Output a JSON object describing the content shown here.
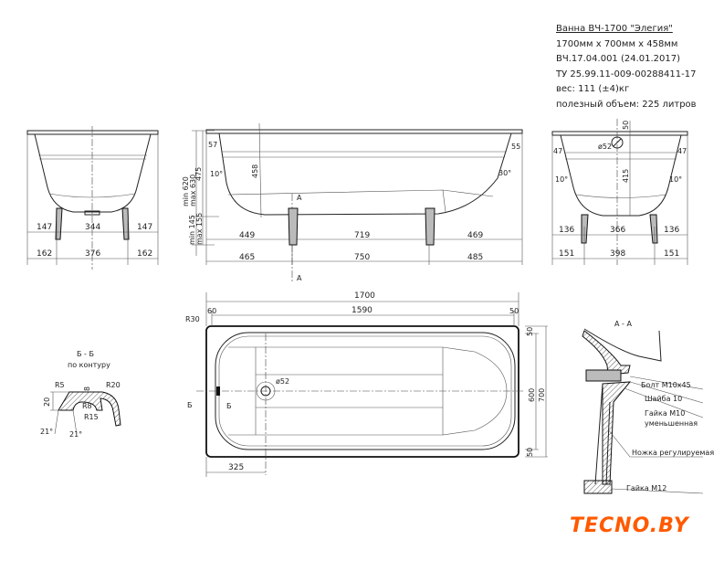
{
  "info": {
    "title": "Ванна ВЧ-1700 \"Элегия\"",
    "size": "1700мм x 700мм x 458мм",
    "code": "ВЧ.17.04.001 (24.01.2017)",
    "spec": "ТУ 25.99.11-009-00288411-17",
    "weight": "вес: 111 (±4)кг",
    "volume": "полезный объем: 225 литров"
  },
  "left_view": {
    "dims_top": [
      "147",
      "344",
      "147"
    ],
    "dims_bottom": [
      "162",
      "376",
      "162"
    ]
  },
  "side_view": {
    "height_total": "min 620",
    "height_total_max": "max 630",
    "height_body": "475",
    "leg_min": "min 145",
    "leg_max": "max 155",
    "depth": "458",
    "rim_left": "57",
    "rim_right": "55",
    "angle_left": "10°",
    "angle_right": "30°",
    "section_mark": "A",
    "dims_top": [
      "449",
      "719",
      "469"
    ],
    "dims_bottom": [
      "465",
      "750",
      "485"
    ]
  },
  "right_view": {
    "top_offset": "50",
    "drain": "ø52",
    "depth": "415",
    "rim": "47",
    "angle": "10°",
    "dims_top": [
      "136",
      "366",
      "136"
    ],
    "dims_bottom": [
      "151",
      "398",
      "151"
    ]
  },
  "plan_view": {
    "length": "1700",
    "inner_length": "1590",
    "left_rim": "60",
    "right_rim": "50",
    "radius": "R30",
    "inner_width": "600",
    "width": "700",
    "rim_top": "50",
    "rim_bottom": "50",
    "drain_offset": "325",
    "drain": "ø52",
    "section_mark": "Б"
  },
  "section_b": {
    "title": "Б - Б",
    "subtitle": "по контуру",
    "labels": [
      "R5",
      "8",
      "R20",
      "20",
      "R8",
      "R15",
      "21°",
      "21°"
    ]
  },
  "section_a": {
    "title": "А - А",
    "callouts": [
      "Болт М10х45",
      "Шайба 10",
      "Гайка М10",
      "уменьшенная",
      "Ножка регулируемая",
      "Гайка М12"
    ]
  },
  "logo": "TECNO.BY"
}
